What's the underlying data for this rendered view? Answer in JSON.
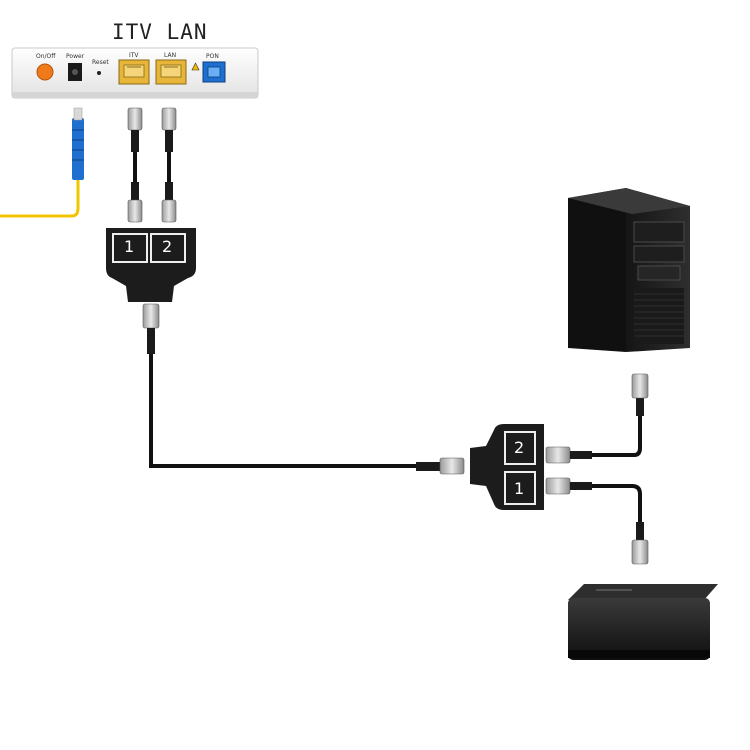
{
  "header": {
    "port_labels": "ITV LAN"
  },
  "router": {
    "labels": {
      "onoff": "On/Off",
      "power": "Power",
      "reset": "Reset",
      "itv": "ITV",
      "lan": "LAN",
      "pon": "PON"
    }
  },
  "splitter_top": {
    "port1": "1",
    "port2": "2"
  },
  "splitter_bottom": {
    "port1": "1",
    "port2": "2"
  },
  "colors": {
    "fiber": "#f2c400",
    "fiber_connector": "#1f6fd1",
    "cable": "#111111",
    "rj45_port": "#e6b53a",
    "router_body": "#f4f4f4",
    "power_button": "#f07a1a"
  },
  "icons": {
    "router": "router-icon",
    "pc": "desktop-tower-icon",
    "settop": "set-top-box-icon",
    "splitter": "ethernet-splitter-icon"
  }
}
